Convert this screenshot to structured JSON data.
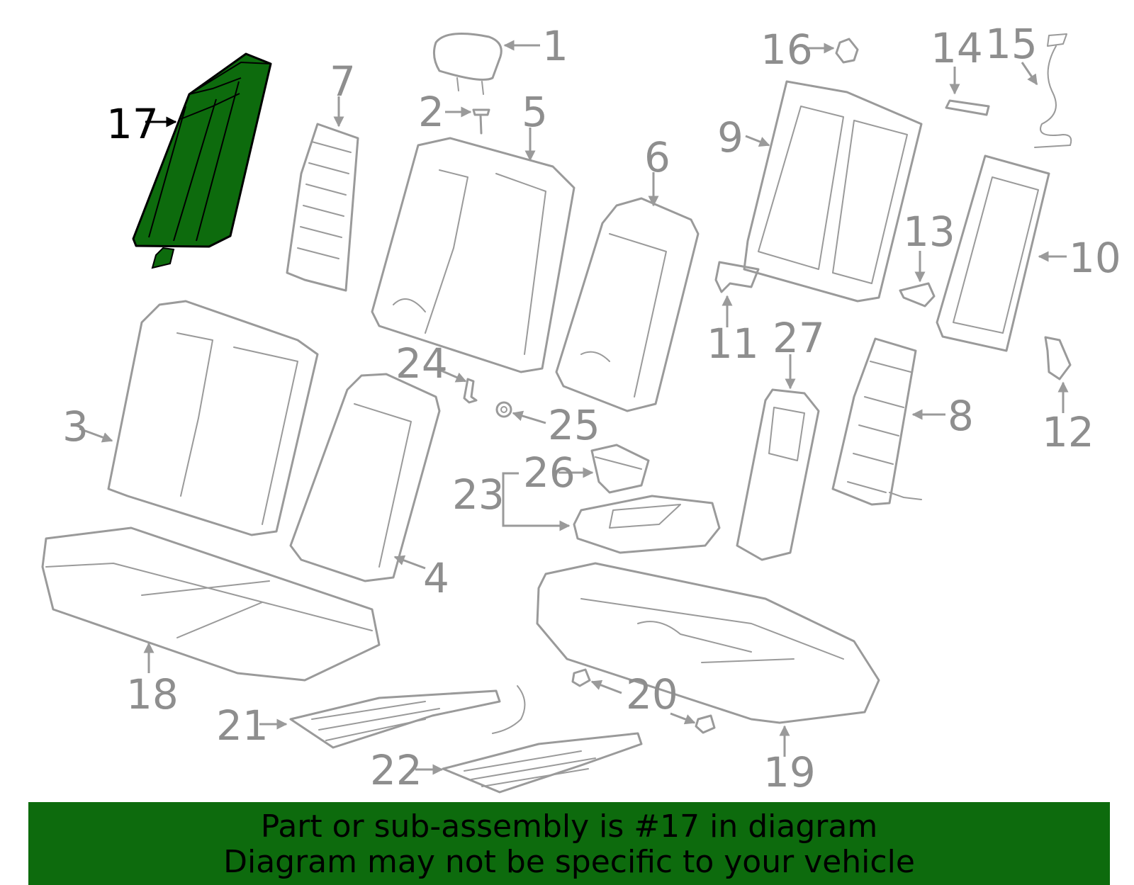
{
  "highlight": {
    "part_number": "17",
    "color": "#0d6b0d"
  },
  "callouts": {
    "c1": "1",
    "c2": "2",
    "c3": "3",
    "c4": "4",
    "c5": "5",
    "c6": "6",
    "c7": "7",
    "c8": "8",
    "c9": "9",
    "c10": "10",
    "c11": "11",
    "c12": "12",
    "c13": "13",
    "c14": "14",
    "c15": "15",
    "c16": "16",
    "c17": "17",
    "c18": "18",
    "c19": "19",
    "c20": "20",
    "c21": "21",
    "c22": "22",
    "c23": "23",
    "c24": "24",
    "c25": "25",
    "c26": "26",
    "c27": "27"
  },
  "banner": {
    "line1": "Part or sub-assembly is #17 in diagram",
    "line2": "Diagram may not be specific to your vehicle"
  }
}
